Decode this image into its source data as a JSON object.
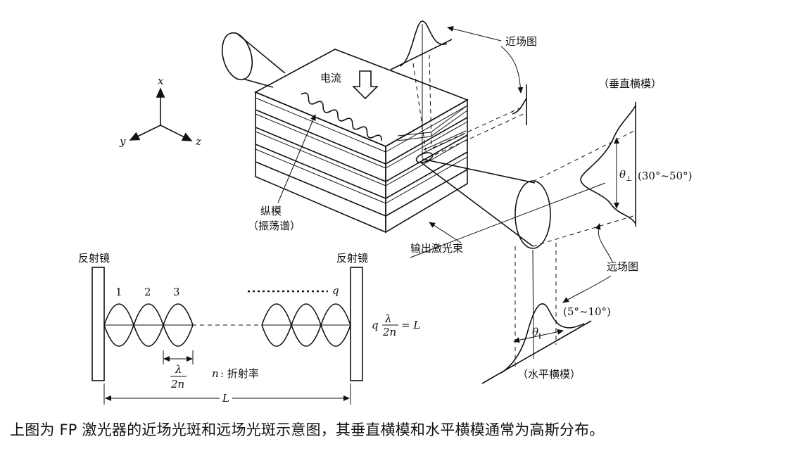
{
  "labels": {
    "axis_x": "x",
    "axis_y": "y",
    "axis_z": "z",
    "current": "电流",
    "near_field": "近场图",
    "vertical_mode": "（垂直横模）",
    "theta_perp": "θ",
    "theta_perp_sub": "⊥",
    "vertical_range": "(30°~50°)",
    "longitudinal_mode": "纵模",
    "oscillation_spectrum": "（振荡谱）",
    "output_beam": "输出激光束",
    "far_field": "远场图",
    "horizontal_range": "(5°~10°)",
    "theta_par": "θ",
    "theta_par_sub": "∥",
    "horizontal_mode": "（水平横模）",
    "mirror_left": "反射镜",
    "mirror_right": "反射镜",
    "mode_1": "1",
    "mode_2": "2",
    "mode_3": "3",
    "mode_q": "q",
    "eq_q": "q",
    "eq_num": "λ",
    "eq_den": "2n",
    "eq_rhs": "= L",
    "half_wave_num": "λ",
    "half_wave_den": "2n",
    "n_label": "n",
    "n_desc": ": 折射率",
    "length_L": "L"
  },
  "caption": "上图为 FP 激光器的近场光斑和远场光斑示意图，其垂直横模和水平横模通常为高斯分布。"
}
